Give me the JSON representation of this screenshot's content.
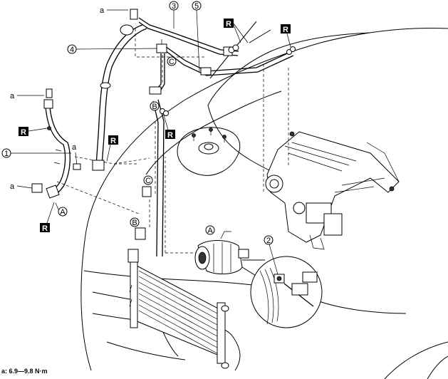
{
  "labels": {
    "callout_1": "1",
    "callout_2": "2",
    "callout_3": "3",
    "callout_4": "4",
    "callout_5": "5",
    "ref_A": "A",
    "ref_B": "B",
    "ref_C": "C",
    "torque_a": "a",
    "replace_R": "R"
  },
  "footer": {
    "torque_note": "a: 6.9—9.8 N·m"
  }
}
